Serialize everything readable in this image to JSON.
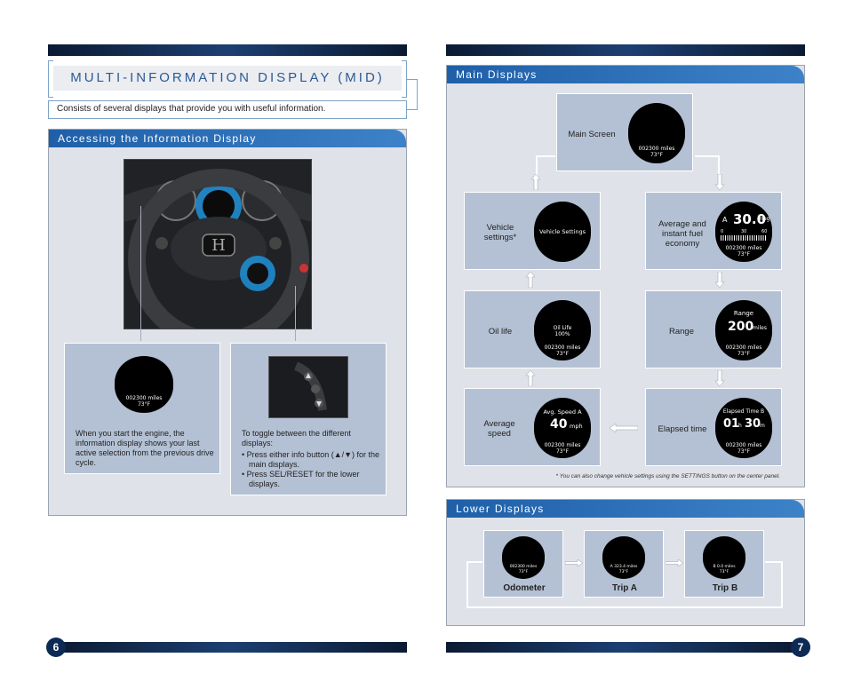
{
  "left": {
    "title": "MULTI-INFORMATION DISPLAY (MID)",
    "subtitle": "Consists of several displays that provide you with useful information.",
    "accessing": {
      "heading": "Accessing the Information Display",
      "start_text": "When you start the engine, the information display shows your last active selection from the previous drive cycle.",
      "toggle_intro": "To toggle between the different displays:",
      "toggle_bullets": [
        "• Press either info button (▲/▼) for the main displays.",
        "• Press SEL/RESET for the lower displays."
      ]
    },
    "page_number": "6"
  },
  "right": {
    "main_heading": "Main Displays",
    "cards": {
      "main_screen": "Main Screen",
      "vehicle_settings": "Vehicle settings*",
      "avg_fuel": "Average and instant fuel economy",
      "oil_life": "Oil life",
      "range": "Range",
      "avg_speed": "Average speed",
      "elapsed": "Elapsed time"
    },
    "screens": {
      "odometer": "002300",
      "odometer_unit": "miles",
      "temp": "73°F",
      "vehicle_settings": "Vehicle Settings",
      "fuel_a": "A",
      "fuel_value": "30.0",
      "fuel_unit": "mpg",
      "fuel_scale": [
        "0",
        "30",
        "60"
      ],
      "oil_label": "Oil Life",
      "oil_value": "100%",
      "range_label": "Range",
      "range_value": "200",
      "range_unit": "miles",
      "avg_speed_label": "Avg. Speed A",
      "avg_speed_value": "40",
      "avg_speed_unit": "mph",
      "elapsed_label": "Elapsed Time B",
      "elapsed_h": "01",
      "elapsed_h_unit": "h",
      "elapsed_m": "30",
      "elapsed_m_unit": "m"
    },
    "footnote": "* You can also change vehicle settings using the SETTINGS button on the center panel.",
    "lower_heading": "Lower Displays",
    "lower": [
      {
        "label": "Odometer",
        "readout": "002300 miles"
      },
      {
        "label": "Trip A",
        "readout": "A 323.4 miles"
      },
      {
        "label": "Trip B",
        "readout": "B 0.0 miles"
      }
    ],
    "page_number": "7"
  }
}
